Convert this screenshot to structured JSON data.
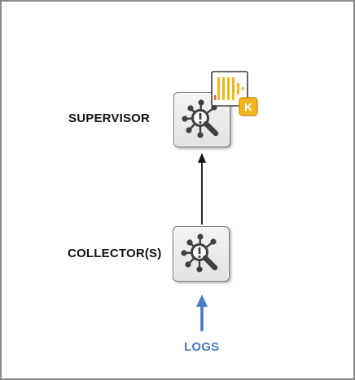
{
  "nodes": {
    "supervisor": {
      "label": "SUPERVISOR",
      "icon": "monitoring-hub-icon",
      "badge": {
        "icon": "kafka-icon",
        "letter": "K"
      }
    },
    "collector": {
      "label": "COLLECTOR(S)",
      "icon": "monitoring-hub-icon"
    }
  },
  "input": {
    "label": "LOGS"
  },
  "colors": {
    "node_icon": "#3d4143",
    "accent_yellow": "#f2b61b",
    "badge_border": "#c8901c",
    "log_arrow": "#4a7bc4",
    "connector": "#111111",
    "frame": "#8a8a8a"
  }
}
